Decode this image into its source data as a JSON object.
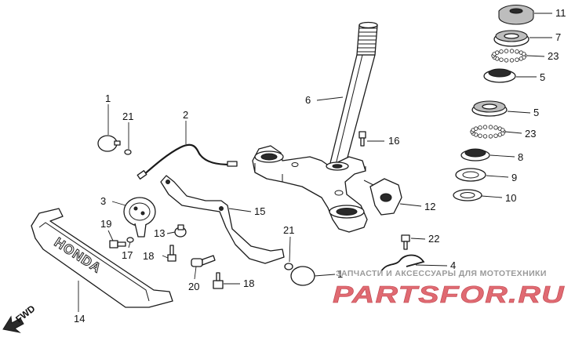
{
  "callouts": {
    "c1a": "1",
    "c21a": "21",
    "c2": "2",
    "c3": "3",
    "c19": "19",
    "c17": "17",
    "c13": "13",
    "c18a": "18",
    "c20": "20",
    "c18b": "18",
    "c15": "15",
    "c14": "14",
    "c21b": "21",
    "c1b": "1",
    "c6": "6",
    "c16": "16",
    "c12": "12",
    "c22": "22",
    "c4": "4",
    "c11": "11",
    "c7": "7",
    "c23a": "23",
    "c5a": "5",
    "c5b": "5",
    "c23b": "23",
    "c8": "8",
    "c9": "9",
    "c10": "10"
  },
  "fwd_label": "FWD",
  "emblem_text": "HONDA",
  "watermark": {
    "caption": "ЗАПЧАСТИ И АКСЕССУАРЫ ДЛЯ МОТОТЕХНИКИ",
    "brand": "PARTSFOR.RU"
  },
  "colors": {
    "ink": "#1a1a1a",
    "watermark_red": "#e06a72",
    "watermark_gray": "#9a9a9a"
  }
}
